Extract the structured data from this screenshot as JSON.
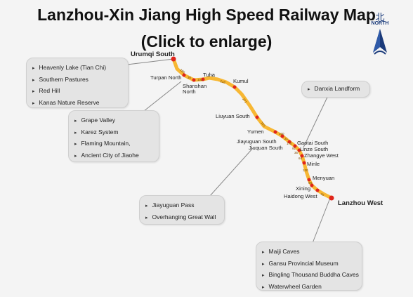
{
  "title": "Lanzhou-Xin Jiang High Speed Railway Map",
  "subtitle": "(Click to enlarge)",
  "compass": {
    "label_cn": "北",
    "label": "NORTH"
  },
  "stations": {
    "urumqi": "Urumqi South",
    "turpan": "Turpan North",
    "tuha": "Tuha",
    "shanshan_1": "Shanshan",
    "shanshan_2": "North",
    "kumul": "Kumul",
    "liuyuan": "Liuyuan South",
    "yumen": "Yumen",
    "jiayuguan": "Jiayuguan South",
    "jiuquan": "Jiuquan South",
    "gaotai": "Gaotai South",
    "linze": "Linze South",
    "zhangye": "Zhangye West",
    "minle": "Minle",
    "menyuan": "Menyuan",
    "xining": "Xining",
    "haidong": "Haidong West",
    "lanzhou": "Lanzhou West"
  },
  "distances": {
    "d1": "186",
    "d2": "30",
    "d3": "102",
    "d4": "218",
    "d5": "271",
    "d6": "163",
    "d7": "100",
    "d8": "21",
    "d9": "170",
    "d10": "91",
    "d11": "35",
    "d12": "64",
    "d13": "130",
    "d14": "98",
    "d15": "40"
  },
  "attractions": {
    "urumqi_box": [
      "Heavenly Lake (Tian Chi)",
      "Southern Pastures",
      "Red Hill",
      "Kanas Nature Reserve"
    ],
    "turpan_box": [
      "Grape Valley",
      "Karez System",
      "Flaming Mountain,",
      "Ancient City of Jiaohe"
    ],
    "zhangye_box": [
      "Danxia Landform"
    ],
    "jiayuguan_box": [
      "Jiayuguan Pass",
      "Overhanging Great Wall"
    ],
    "lanzhou_box": [
      "Maiji Caves",
      "Gansu Provincial Museum",
      "Bingling Thousand Buddha Caves",
      "Waterwheel Garden"
    ]
  },
  "colors": {
    "rail": "#f7b733",
    "station": "#e0251b",
    "connector": "#888888"
  }
}
